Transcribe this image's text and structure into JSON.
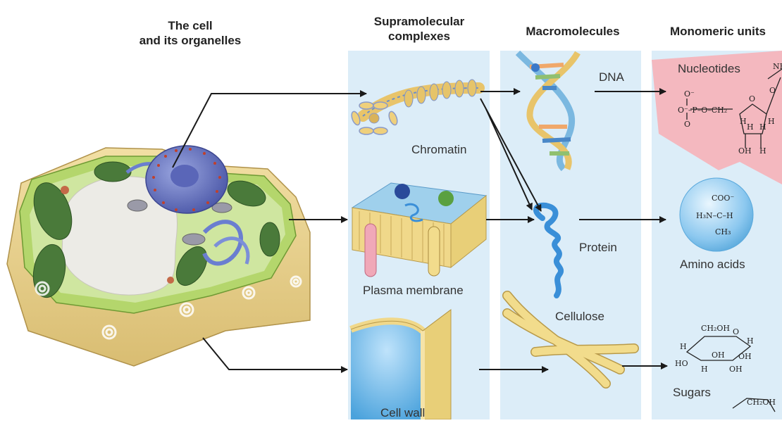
{
  "columns": {
    "cell": {
      "line1": "The cell",
      "line2": "and its organelles"
    },
    "supra": {
      "line1": "Supramolecular",
      "line2": "complexes"
    },
    "macro": {
      "line1": "Macromolecules"
    },
    "mono": {
      "line1": "Monomeric units"
    }
  },
  "labels": {
    "chromatin": "Chromatin",
    "plasma_membrane": "Plasma membrane",
    "cell_wall": "Cell wall",
    "dna": "DNA",
    "protein": "Protein",
    "cellulose": "Cellulose",
    "nucleotides": "Nucleotides",
    "amino_acids": "Amino acids",
    "sugars": "Sugars"
  },
  "colors": {
    "panel_bg": "#dcedf8",
    "pink": "#f4b8bf",
    "arrow": "#1a1a1a",
    "cell_wall_tan": "#e8cf8c",
    "chloroplast_green": "#4a7a3a",
    "nucleus_blue": "#6a78c0",
    "protein_blue": "#3a8fd8"
  }
}
